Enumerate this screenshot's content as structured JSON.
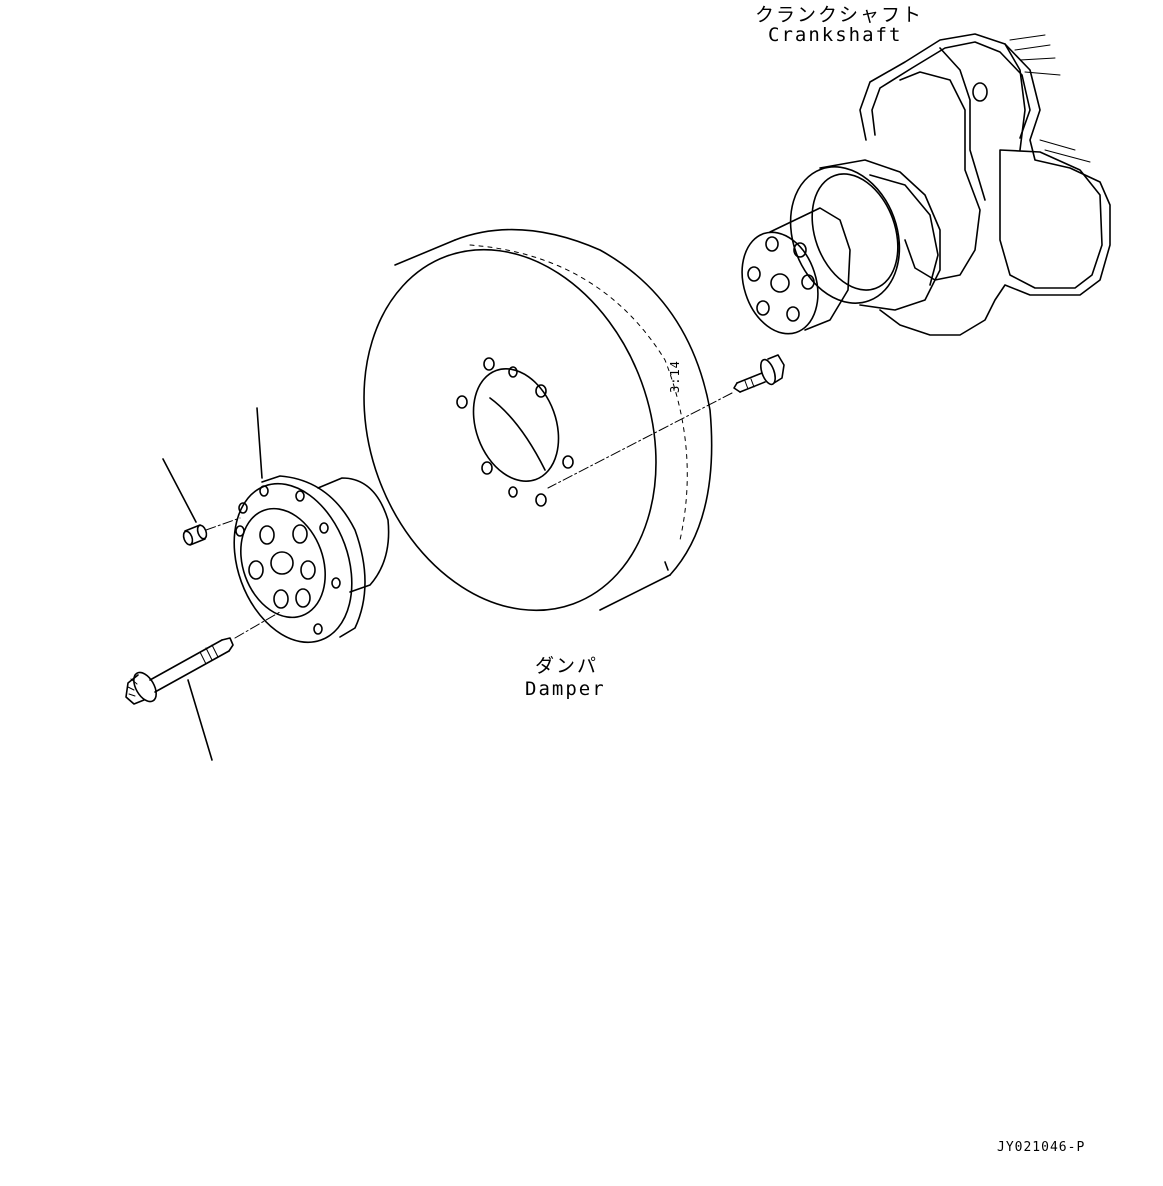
{
  "labels": {
    "crankshaft_jp": "クランクシャフト",
    "crankshaft_en": "Crankshaft",
    "damper_jp": "ダンパ",
    "damper_en": "Damper",
    "torque_mark": "3:14",
    "drawing_number": "JY021046-P"
  },
  "colors": {
    "line": "#000000",
    "background": "#ffffff"
  }
}
